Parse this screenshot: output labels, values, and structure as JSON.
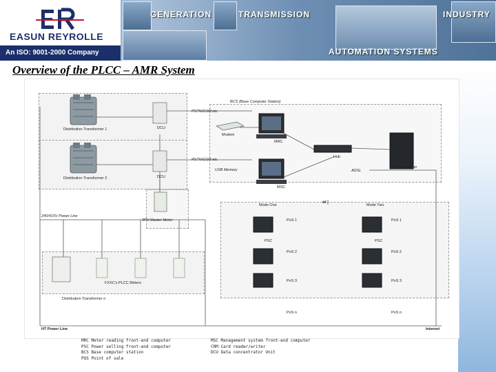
{
  "banner": {
    "company": "EASUN REYROLLE",
    "iso_line": "An ISO: 9001-2000 Company",
    "words": [
      "GENERATION",
      "TRANSMISSION",
      "INDUSTRY",
      "AUTOMATION SYSTEMS"
    ]
  },
  "title": "Overview of the PLCC – AMR System",
  "diagram": {
    "dt1": "Distribution Transformer 1",
    "dt2": "Distribution Transformer 2",
    "dtn": "Distribution Transformer n",
    "dcu1": "DCU",
    "dcu2": "DCU",
    "pstn1": "PSTN/GSM etc",
    "pstn2": "PSTN/GSM etc",
    "usb": "USB Memory",
    "bcs": "BCS (Base Computer Station)",
    "modem": "Modem",
    "mrc": "MRC",
    "msc": "MSC",
    "hub": "Hub",
    "adsl": "ADSL",
    "data_server": "Data Server",
    "master_meter": "3PH Master Meter",
    "power_line": "240/415V Power Line",
    "plcc_meters": "FXXC's PLCC Meters",
    "or": "or",
    "mode_one": "Mode One",
    "mode_two": "Mode Two",
    "pos1": "PoS 1",
    "pos2": "PoS 2",
    "pos3": "PoS 3",
    "posn": "PoS n",
    "psc": "PSC",
    "ht_line": "HT Power Line",
    "internet": "Internet"
  },
  "legend": {
    "mrc": "MRC  Meter reading front-end computer",
    "psc": "PSC  Power selling front-end computer",
    "bcs": "BCS  Base computer station",
    "pos": "POS  Point of sale",
    "msc": "MSC  Management system front-end computer",
    "crm": "CRM  Card reader/writer",
    "dcu": "DCU  Data concentrator Unit"
  },
  "colors": {
    "banner_blue": "#1b2f6b",
    "logo_red": "#c8102e"
  }
}
